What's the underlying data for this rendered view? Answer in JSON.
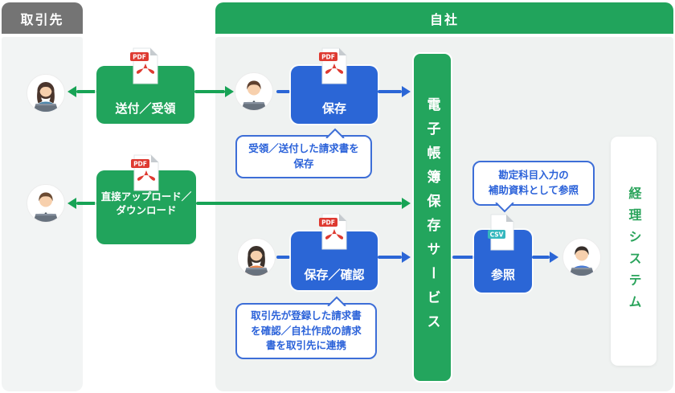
{
  "headers": {
    "partner": "取引先",
    "company": "自社"
  },
  "bars": {
    "service": "電子帳簿保存サービス",
    "accounting": "経理システム"
  },
  "boxes": {
    "send_receive": "送付／受領",
    "save": "保存",
    "direct_upload_line1": "直接アップロード／",
    "direct_upload_line2": "ダウンロード",
    "save_confirm": "保存／確認",
    "reference": "参照"
  },
  "file_badges": {
    "pdf": "PDF",
    "csv": "CSV"
  },
  "bubbles": {
    "save_note": [
      "受領／送付した請求書を",
      "保存"
    ],
    "reference_note": [
      "勘定科目入力の",
      "補助資料として参照"
    ],
    "confirm_note": [
      "取引先が登録した請求書",
      "を確認／自社作成の請求",
      "書を取引先に連携"
    ]
  },
  "icons": {
    "pdf_file": "pdf-file-icon",
    "csv_file": "csv-file-icon",
    "partner_person_top": "person-icon",
    "partner_person_middle": "person-icon",
    "company_person_top": "person-icon",
    "company_person_bottom": "person-icon",
    "accounting_person": "person-icon"
  },
  "colors": {
    "green": "#21A45C",
    "blue": "#2B66D6",
    "gray_header": "#747474",
    "bubble_border": "#3D6ED7",
    "pdf_red": "#DE3A31",
    "csv_teal": "#35B7BE",
    "panel_bg": "#EFF2F1",
    "partner_col_bg": "#F2F4F4"
  }
}
